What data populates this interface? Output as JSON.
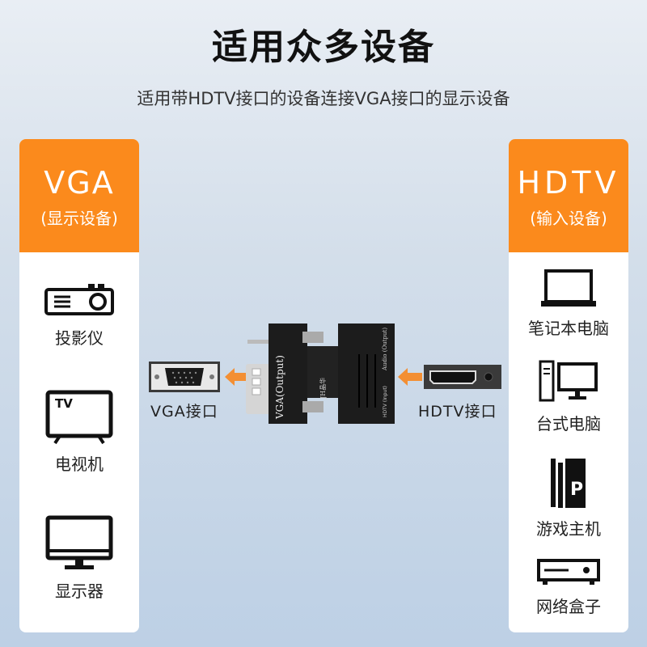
{
  "header": {
    "title": "适用众多设备",
    "subtitle": "适用带HDTV接口的设备连接VGA接口的显示设备"
  },
  "left_card": {
    "title": "VGA",
    "subtitle": "(显示设备)",
    "items": [
      {
        "label": "投影仪",
        "icon": "projector-icon"
      },
      {
        "label": "电视机",
        "icon": "tv-icon"
      },
      {
        "label": "显示器",
        "icon": "monitor-icon"
      }
    ]
  },
  "right_card": {
    "title": "HDTV",
    "subtitle": "(输入设备)",
    "items": [
      {
        "label": "笔记本电脑",
        "icon": "laptop-icon"
      },
      {
        "label": "台式电脑",
        "icon": "desktop-icon"
      },
      {
        "label": "游戏主机",
        "icon": "game-console-icon"
      },
      {
        "label": "网络盒子",
        "icon": "network-box-icon"
      }
    ]
  },
  "center": {
    "vga_port_label": "VGA接口",
    "hdtv_port_label": "HDTV接口",
    "adapter": {
      "vga_text": "VGA(Output)",
      "brand": "JH晶华",
      "audio_text": "Audio (Output)",
      "hdtv_text": "HDTV (Input)"
    }
  },
  "tv_icon_text": "TV",
  "colors": {
    "accent": "#fb8a1c",
    "arrow": "#f7861f"
  }
}
